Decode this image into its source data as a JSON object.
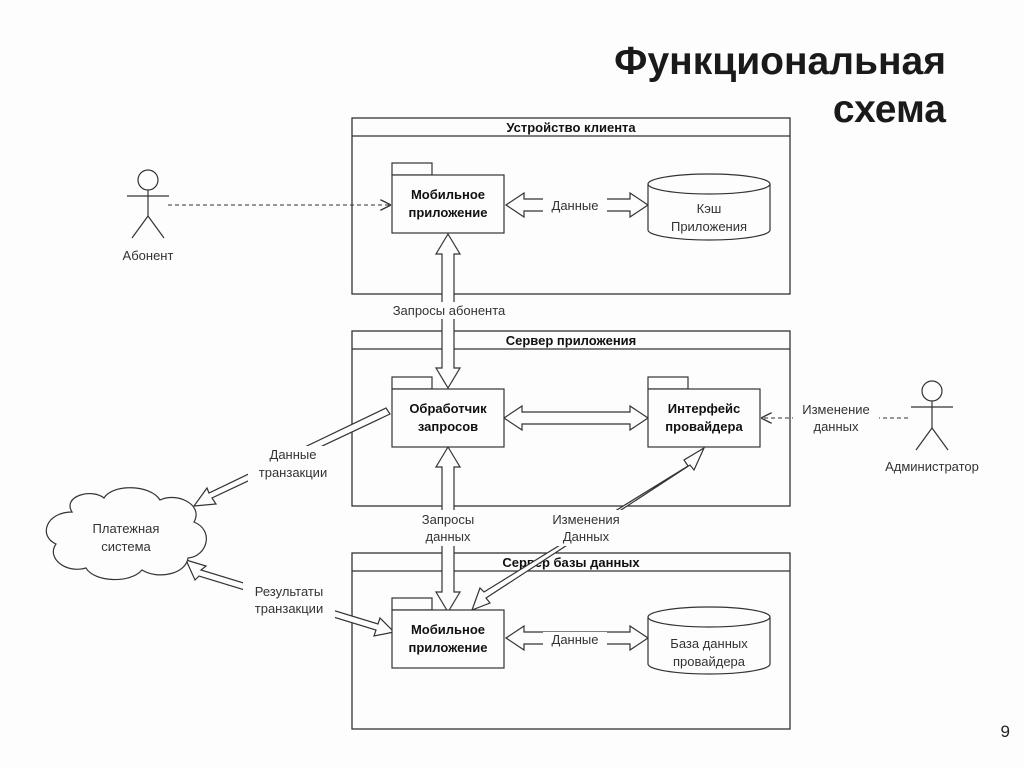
{
  "title_line1": "Функциональная",
  "title_line2": "схема",
  "page_number": "9",
  "containers": {
    "client": "Устройство клиента",
    "app_server": "Сервер приложения",
    "db_server": "Сервер базы данных"
  },
  "nodes": {
    "mobile_app_1_l1": "Мобильное",
    "mobile_app_1_l2": "приложение",
    "cache_l1": "Кэш",
    "cache_l2": "Приложения",
    "handler_l1": "Обработчик",
    "handler_l2": "запросов",
    "provider_if_l1": "Интерфейс",
    "provider_if_l2": "провайдера",
    "mobile_app_2_l1": "Мобильное",
    "mobile_app_2_l2": "приложение",
    "db_l1": "База данных",
    "db_l2": "провайдера",
    "payment_l1": "Платежная",
    "payment_l2": "система"
  },
  "actors": {
    "subscriber": "Абонент",
    "admin": "Администратор"
  },
  "edges": {
    "data_top": "Данные",
    "subscriber_requests": "Запросы абонента",
    "change_data_l1": "Изменение",
    "change_data_l2": "данных",
    "trans_data_l1": "Данные",
    "trans_data_l2": "транзакции",
    "data_requests_l1": "Запросы",
    "data_requests_l2": "данных",
    "data_changes_l1": "Изменения",
    "data_changes_l2": "Данных",
    "trans_results_l1": "Результаты",
    "trans_results_l2": "транзакции",
    "data_bottom": "Данные"
  }
}
